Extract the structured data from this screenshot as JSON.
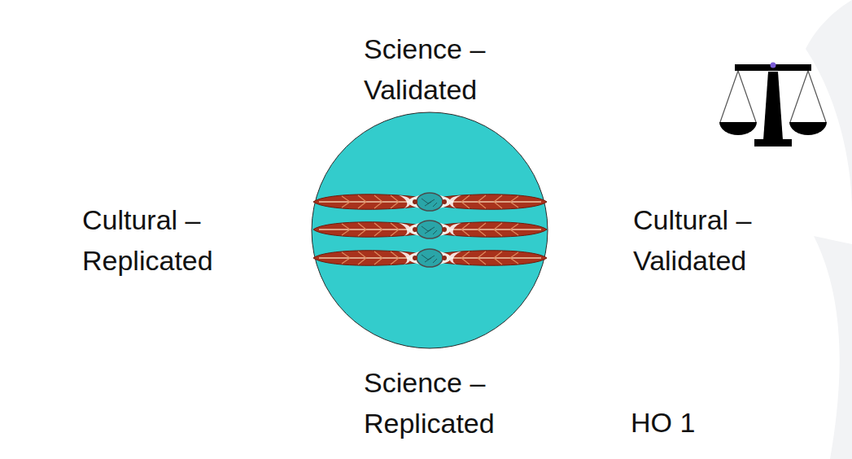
{
  "diagram": {
    "labels": [
      "Science – Validated",
      "Cultural – Replicated",
      "Cultural – Validated",
      "Science – Replicated",
      "HO 1"
    ]
  }
}
